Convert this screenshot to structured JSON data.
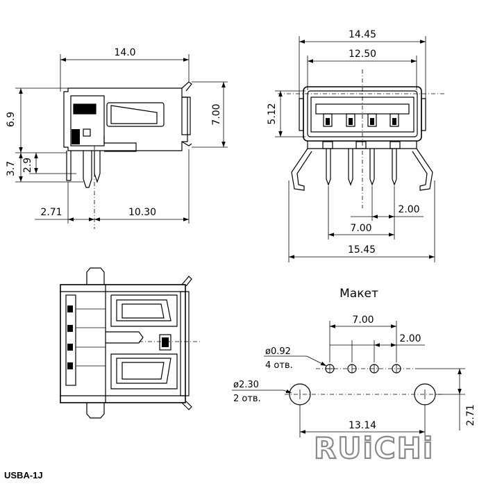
{
  "side_view": {
    "dim_total_length": "14.0",
    "dim_height": "6.9",
    "dim_body_height": "7.00",
    "dim_pin_length": "3.7",
    "dim_pin_tip": "2.9",
    "dim_front_offset": "2.71",
    "dim_pin_offset": "10.30"
  },
  "front_view": {
    "dim_overall_width": "14.45",
    "dim_opening_width": "12.50",
    "dim_opening_height": "5.12",
    "dim_pin_pitch": "2.00",
    "dim_pin_span": "7.00",
    "dim_tab_span": "15.45"
  },
  "layout": {
    "title": "Макет",
    "dim_pad_span": "7.00",
    "dim_pad_pitch": "2.00",
    "small_hole_diameter": "ø0.92",
    "small_hole_count": "4 отв.",
    "large_hole_diameter": "ø2.30",
    "large_hole_count": "2 отв.",
    "dim_mount_span": "13.14",
    "dim_row_offset": "2.71"
  },
  "part_number": "USBA-1J",
  "brand": "RUiCHi"
}
